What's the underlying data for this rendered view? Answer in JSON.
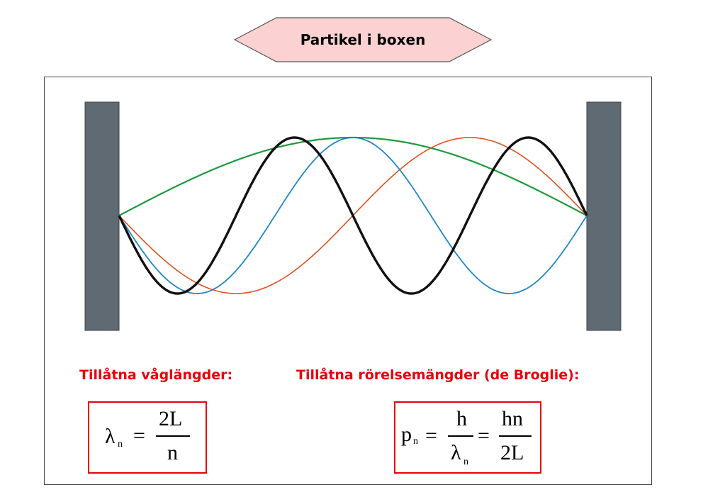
{
  "title": "Partikel i boxen",
  "colors": {
    "title_fill": "#fbd1d1",
    "wall": "#5f6a72",
    "n1": "#1b9a3c",
    "n2": "#e0501f",
    "n3": "#1f86c8",
    "n4": "#111111",
    "caption": "#e8000b"
  },
  "captions": {
    "wavelengths": "Tillåtna våglängder:",
    "momenta": "Tillåtna rörelsemängder (de Broglie):"
  },
  "formula_wavelength": {
    "lhs": "λ",
    "lhs_sub": "n",
    "eq": "=",
    "num": "2L",
    "den": "n"
  },
  "formula_momentum": {
    "lhs": "p",
    "lhs_sub": "n",
    "eq1": "=",
    "num1": "h",
    "den1": "λ",
    "den1_sub": "n",
    "eq2": "=",
    "num2": "hn",
    "den2": "2L"
  },
  "modes": [
    {
      "n": 1,
      "color_key": "n1"
    },
    {
      "n": 2,
      "color_key": "n2"
    },
    {
      "n": 3,
      "color_key": "n3"
    },
    {
      "n": 4,
      "color_key": "n4"
    }
  ]
}
